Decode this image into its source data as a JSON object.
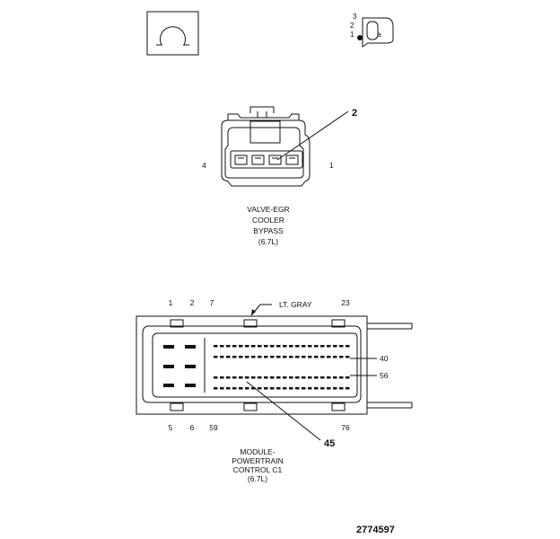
{
  "icons": {
    "connector_symbol": "omega-connector-symbol-icon",
    "pin_view": "connector-pin-view-icon",
    "pin_view_numbers": [
      "3",
      "2",
      "1"
    ],
    "pin_view_letter": "a"
  },
  "valve_connector": {
    "pin_labels": {
      "left": "4",
      "right": "1",
      "callout": "2"
    },
    "caption": [
      "VALVE-EGR",
      "COOLER",
      "BYPASS",
      "(6.7L)"
    ]
  },
  "module_connector": {
    "top_pins": [
      "1",
      "2",
      "7",
      "23"
    ],
    "color_label": "LT. GRAY",
    "bottom_pins": [
      "5",
      "6",
      "59",
      "76"
    ],
    "side_pins": [
      "40",
      "56"
    ],
    "callout": "45",
    "caption": [
      "MODULE-",
      "POWERTRAIN",
      "CONTROL C1",
      "(6.7L)"
    ]
  },
  "figure_number": "2774597"
}
